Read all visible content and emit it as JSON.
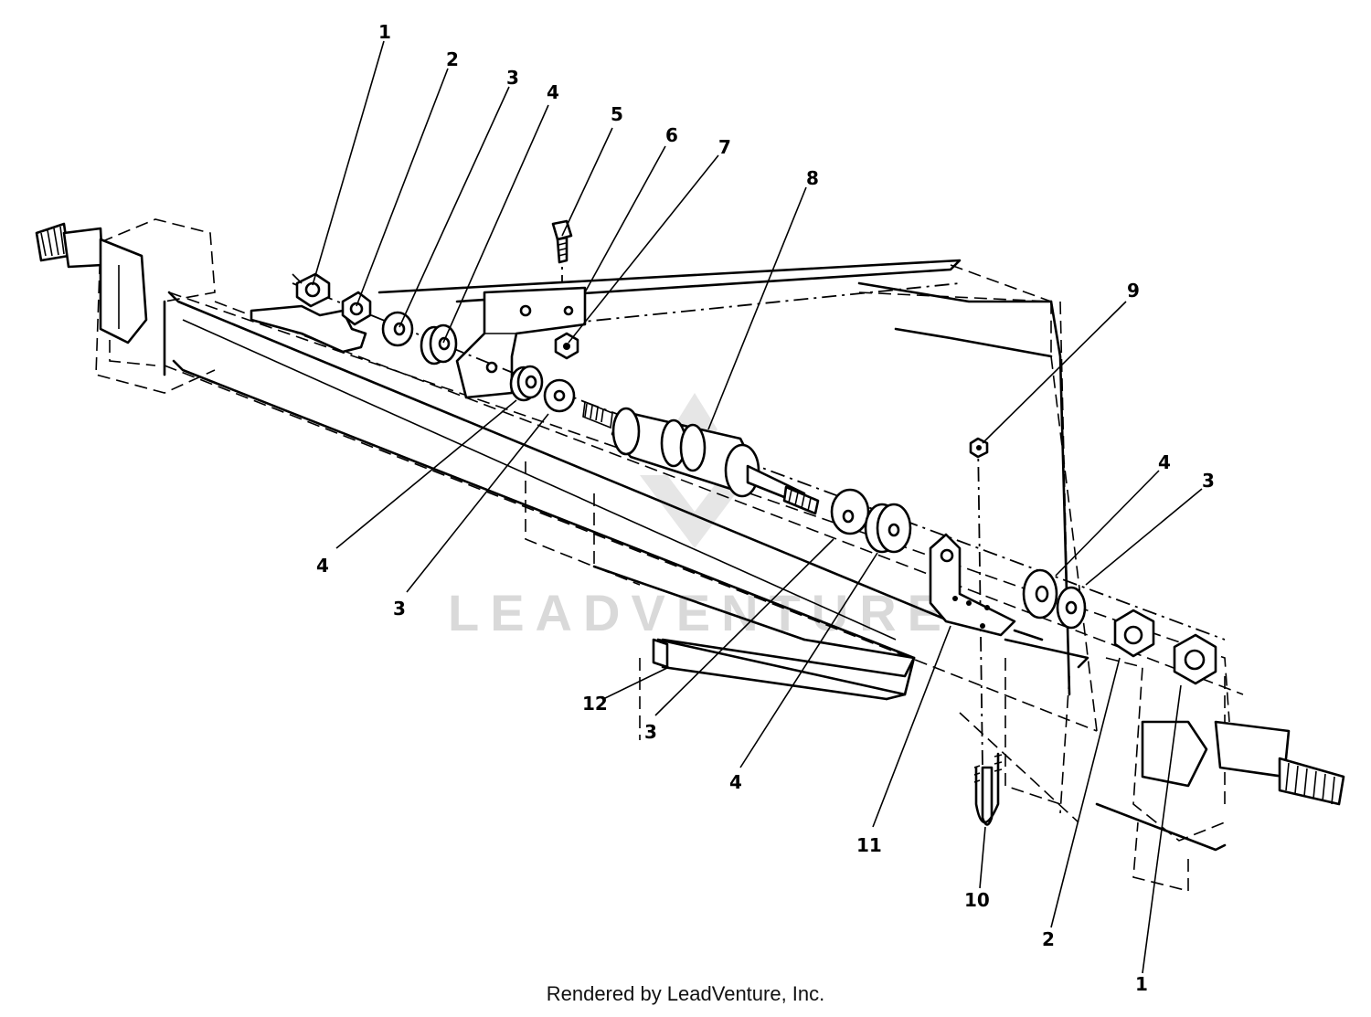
{
  "diagram": {
    "callouts": {
      "c1_top": "1",
      "c2_top": "2",
      "c3_top": "3",
      "c4_top": "4",
      "c5": "5",
      "c6": "6",
      "c7": "7",
      "c8": "8",
      "c9": "9",
      "c4_right": "4",
      "c3_right": "3",
      "c4_left": "4",
      "c3_left": "3",
      "c12": "12",
      "c3_bottom": "3",
      "c4_bottom": "4",
      "c11": "11",
      "c10": "10",
      "c2_bottom": "2",
      "c1_bottom": "1"
    }
  },
  "watermark": {
    "text": "LEADVENTURE"
  },
  "footer": {
    "text": "Rendered by LeadVenture, Inc."
  }
}
